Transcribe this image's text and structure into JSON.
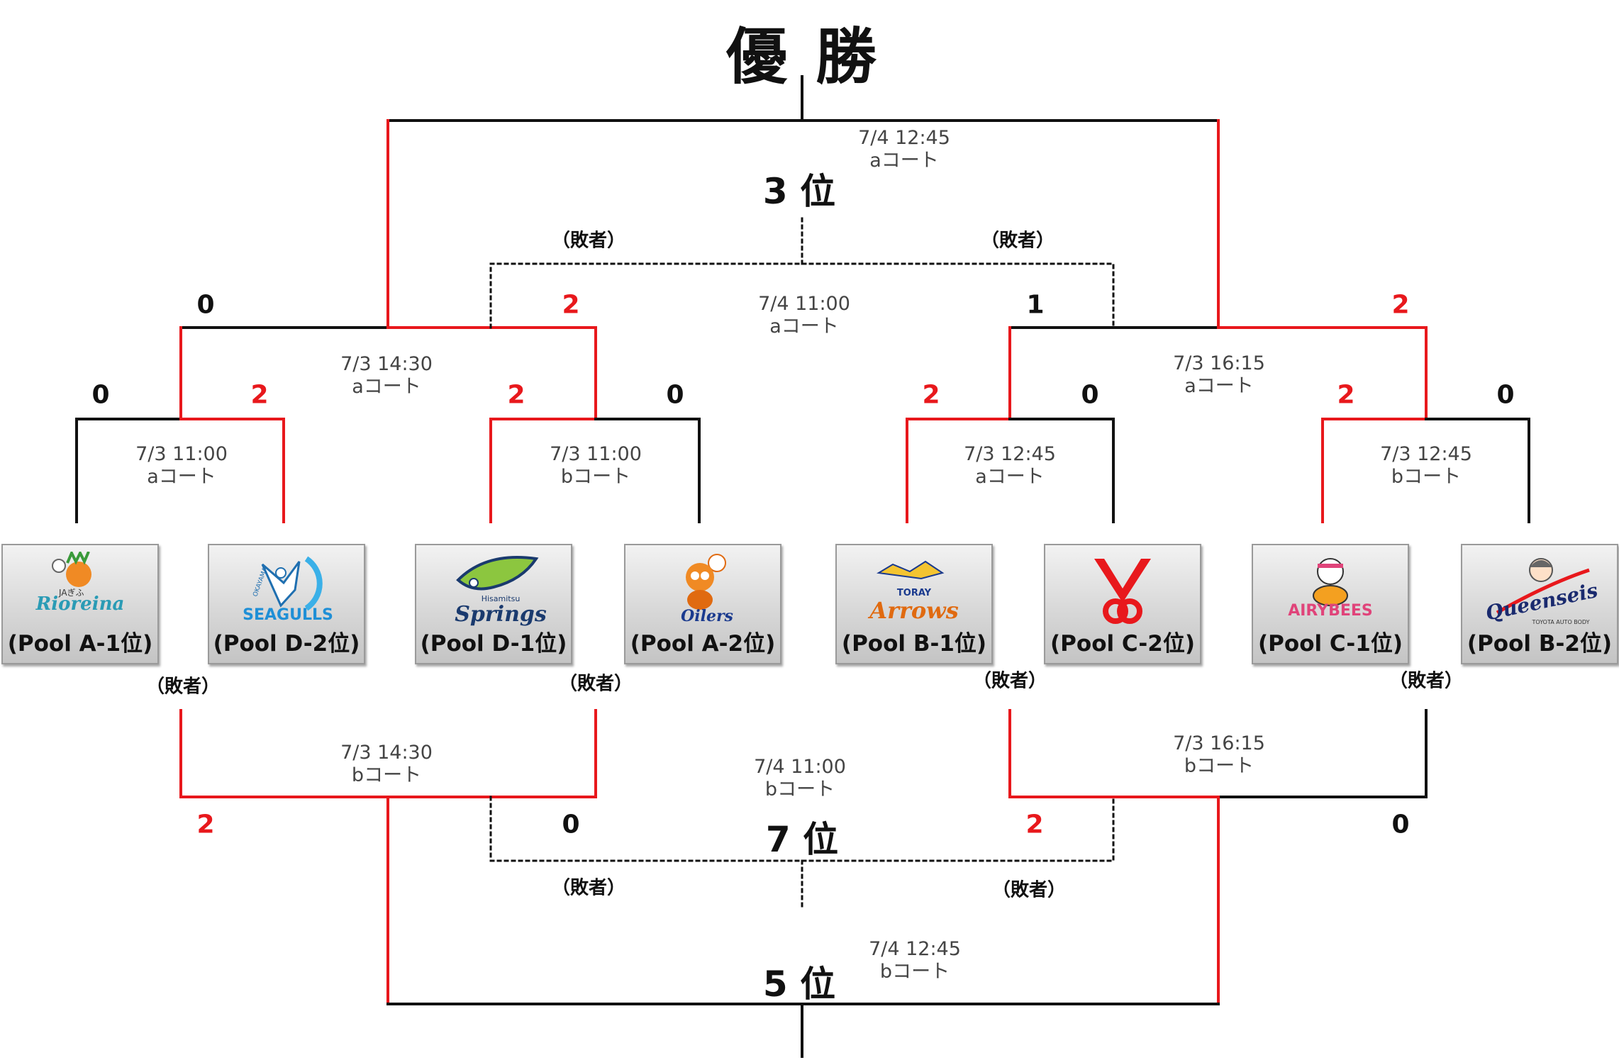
{
  "title": "優勝",
  "places": {
    "third": "3 位",
    "fifth": "5 位",
    "seventh": "7 位"
  },
  "loser_label": "（敗者）",
  "colors": {
    "win": "#e8181c",
    "line": "#111111"
  },
  "teams": [
    {
      "pool": "(Pool A-1位)",
      "logo_text": "Rioreina",
      "sub_text": "JAぎふ",
      "icon": "rioreina-logo",
      "color": "#2a9bb5"
    },
    {
      "pool": "(Pool D-2位)",
      "logo_text": "SEAGULLS",
      "sub_text": "OKAYAMA",
      "icon": "seagulls-logo",
      "color": "#1f8fd6"
    },
    {
      "pool": "(Pool D-1位)",
      "logo_text": "Springs",
      "sub_text": "Hisamitsu",
      "icon": "springs-logo",
      "color": "#1a3a6e"
    },
    {
      "pool": "(Pool A-2位)",
      "logo_text": "Oilers",
      "sub_text": "",
      "icon": "oilers-logo",
      "color": "#1a3a8e"
    },
    {
      "pool": "(Pool B-1位)",
      "logo_text": "Arrows",
      "sub_text": "TORAY",
      "icon": "arrows-logo",
      "color": "#e06a10"
    },
    {
      "pool": "(Pool C-2位)",
      "logo_text": "",
      "sub_text": "",
      "icon": "v-mark-logo",
      "color": "#e8181c"
    },
    {
      "pool": "(Pool C-1位)",
      "logo_text": "AIRYBEES",
      "sub_text": "",
      "icon": "airybees-logo",
      "color": "#e0447a"
    },
    {
      "pool": "(Pool B-2位)",
      "logo_text": "Queenseis",
      "sub_text": "TOYOTA AUTO BODY",
      "icon": "queenseis-logo",
      "color": "#1a2a6e"
    }
  ],
  "upper": {
    "matches": [
      {
        "date": "7/3 11:00",
        "court": "aコート",
        "scores": [
          "0",
          "2"
        ]
      },
      {
        "date": "7/3 11:00",
        "court": "bコート",
        "scores": [
          "2",
          "0"
        ]
      },
      {
        "date": "7/3 12:45",
        "court": "aコート",
        "scores": [
          "2",
          "0"
        ]
      },
      {
        "date": "7/3 12:45",
        "court": "bコート",
        "scores": [
          "2",
          "0"
        ]
      }
    ],
    "semis": [
      {
        "date": "7/3 14:30",
        "court": "aコート",
        "scores": [
          "0",
          "2"
        ]
      },
      {
        "date": "7/3 16:15",
        "court": "aコート",
        "scores": [
          "1",
          "2"
        ]
      }
    ],
    "final": {
      "date": "7/4 12:45",
      "court": "aコート"
    },
    "third": {
      "date": "7/4 11:00",
      "court": "aコート"
    }
  },
  "lower": {
    "semis": [
      {
        "date": "7/3 14:30",
        "court": "bコート",
        "scores": [
          "2",
          "0"
        ]
      },
      {
        "date": "7/3 16:15",
        "court": "bコート",
        "scores": [
          "2",
          "0"
        ]
      }
    ],
    "fifth": {
      "date": "7/4 12:45",
      "court": "bコート"
    },
    "seventh": {
      "date": "7/4 11:00",
      "court": "bコート"
    }
  }
}
